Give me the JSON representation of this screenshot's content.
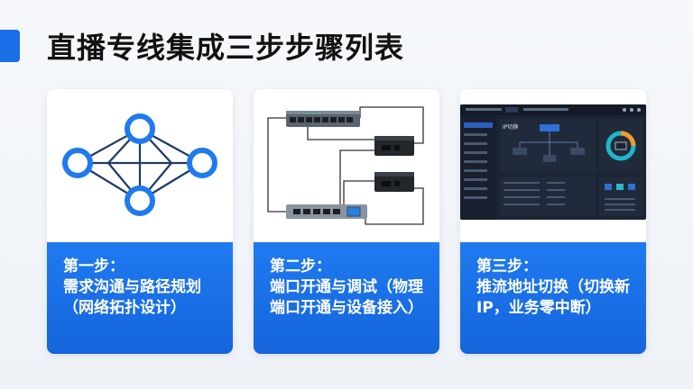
{
  "title": "直播专线集成三步步骤列表",
  "colors": {
    "accent": "#1a6fe8",
    "card_blue": "#1f7af0",
    "title": "#111111"
  },
  "cards": [
    {
      "step": "第一步：",
      "desc": "需求沟通与路径规划（网络拓扑设计）",
      "image": "network-topology-diagram"
    },
    {
      "step": "第二步：",
      "desc": "端口开通与调试（物理端口开通与设备接入）",
      "image": "switch-wiring-diagram"
    },
    {
      "step": "第三步：",
      "desc": "推流地址切换（切换新IP，业务零中断）",
      "image": "dashboard-screenshot"
    }
  ],
  "dashboard": {
    "panel_title": "IP切换"
  }
}
